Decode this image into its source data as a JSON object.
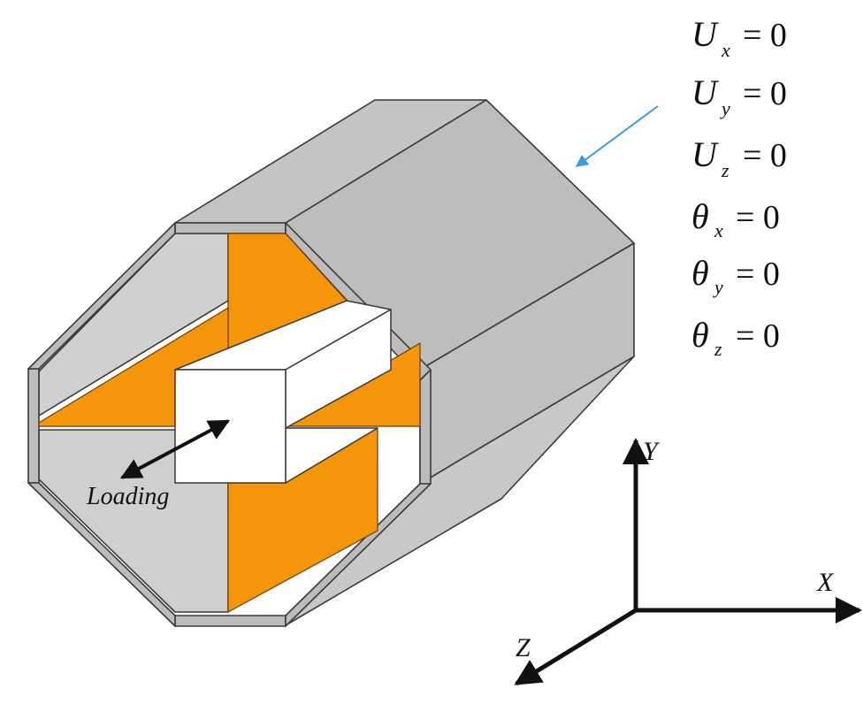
{
  "colors": {
    "frame_gray": "#c8c8c8",
    "frame_edge": "#3a3a3a",
    "rib_orange": "#f5960a",
    "core_white": "#ffffff",
    "arrow_blue": "#3a9be0",
    "ink": "#111111"
  },
  "boundary_conditions": [
    {
      "symbol": "U",
      "subscript": "x",
      "rhs": "= 0"
    },
    {
      "symbol": "U",
      "subscript": "y",
      "rhs": "= 0"
    },
    {
      "symbol": "U",
      "subscript": "z",
      "rhs": "= 0"
    },
    {
      "symbol": "θ",
      "subscript": "x",
      "rhs": "= 0"
    },
    {
      "symbol": "θ",
      "subscript": "y",
      "rhs": "= 0"
    },
    {
      "symbol": "θ",
      "subscript": "z",
      "rhs": "= 0"
    }
  ],
  "loading_label": "Loading",
  "axes": {
    "x_label": "X",
    "y_label": "Y",
    "z_label": "Z"
  }
}
